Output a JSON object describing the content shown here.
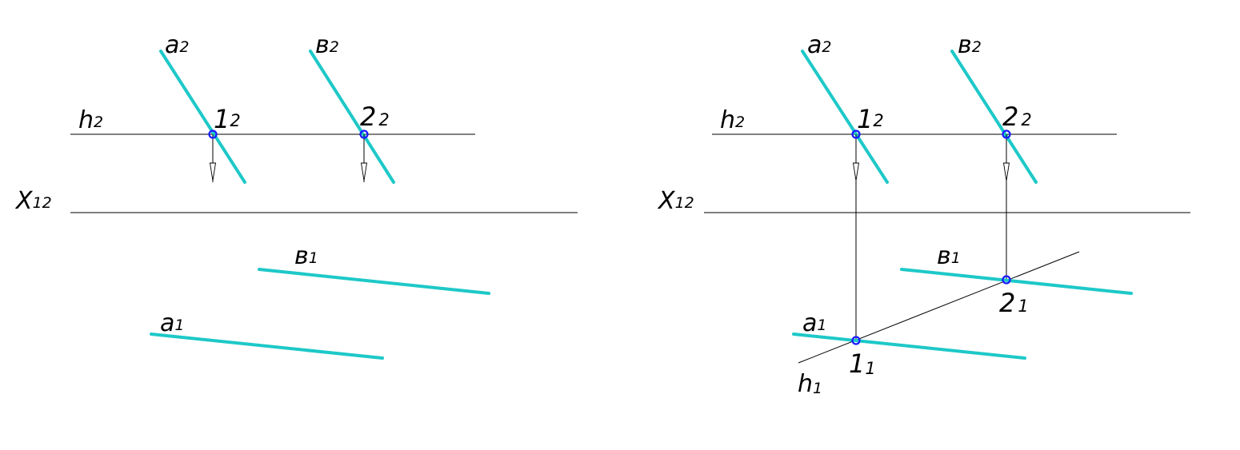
{
  "colors": {
    "projection_line": "#1ec8c8",
    "point_marker": "#1a1aff",
    "construction_line": "#000000",
    "background": "#ffffff"
  },
  "labels": {
    "a2": {
      "main": "a",
      "sub": "2"
    },
    "b2": {
      "main": "в",
      "sub": "2"
    },
    "h2": {
      "main": "h",
      "sub": "2"
    },
    "x12": {
      "main": "X",
      "sub": "12"
    },
    "b1": {
      "main": "в",
      "sub": "1"
    },
    "a1": {
      "main": "a",
      "sub": "1"
    },
    "h1": {
      "main": "h",
      "sub": "1"
    },
    "p1_2": {
      "main": "1",
      "sub": "2"
    },
    "p2_2": {
      "main": "2",
      "sub": "2"
    },
    "p1_1": {
      "main": "1",
      "sub": "1"
    },
    "p2_1": {
      "main": "2",
      "sub": "1"
    }
  }
}
